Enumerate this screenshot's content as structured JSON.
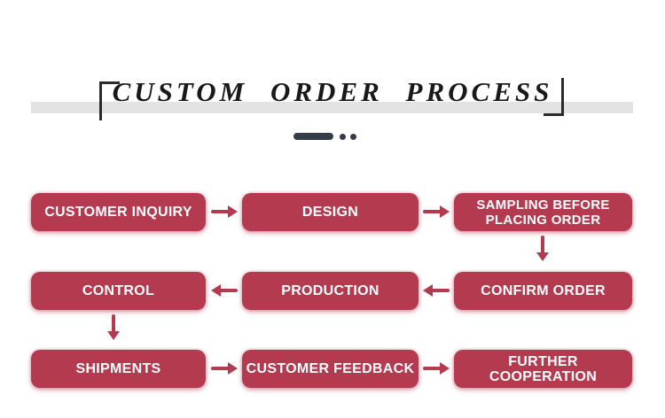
{
  "page": {
    "background": "#ffffff"
  },
  "header": {
    "title": "CUSTOM ORDER PROCESS",
    "title_color": "#191919",
    "band_color": "#e3e3e3",
    "bracket_color": "#2b2b2b",
    "divider_color": "#343c47"
  },
  "flowchart": {
    "colors": {
      "box": "#b43a50",
      "box_text": "#ffffff",
      "arrow": "#b43a50"
    },
    "boxes": {
      "customer_inquiry": {
        "label": "CUSTOMER INQUIRY"
      },
      "design": {
        "label": "DESIGN"
      },
      "sampling_before_placing_order": {
        "label": "SAMPLING BEFORE\nPLACING ORDER"
      },
      "confirm_order": {
        "label": "CONFIRM ORDER"
      },
      "production": {
        "label": "PRODUCTION"
      },
      "control": {
        "label": "CONTROL"
      },
      "shipments": {
        "label": "SHIPMENTS"
      },
      "customer_feedback": {
        "label": "CUSTOMER FEEDBACK"
      },
      "further_cooperation": {
        "label": "FURTHER COOPERATION"
      }
    },
    "sequence": [
      "CUSTOMER INQUIRY",
      "DESIGN",
      "SAMPLING BEFORE PLACING ORDER",
      "CONFIRM ORDER",
      "PRODUCTION",
      "CONTROL",
      "SHIPMENTS",
      "CUSTOMER FEEDBACK",
      "FURTHER COOPERATION"
    ]
  }
}
